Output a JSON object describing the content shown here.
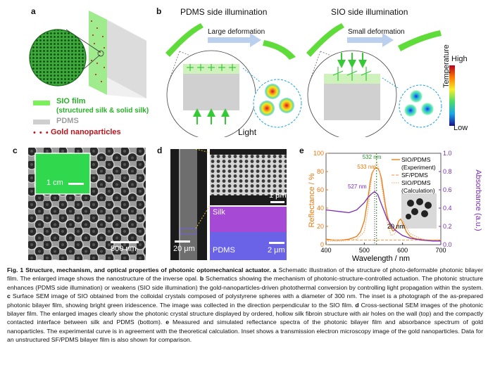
{
  "panels": {
    "a": {
      "label": "a",
      "legend": {
        "sio_film": "SIO film",
        "sio_film_detail": "(structured silk & solid silk)",
        "pdms": "PDMS",
        "gold": "Gold nanoparticles"
      },
      "colors": {
        "sio": "#7cf05a",
        "pdms": "#cfcfcf",
        "gold": "#c0121b"
      }
    },
    "b": {
      "label": "b",
      "left_title": "PDMS side illumination",
      "right_title": "SIO side illumination",
      "left_arrow": "Large deformation",
      "right_arrow": "Small deformation",
      "light_label": "Light",
      "colorbar": {
        "title": "Temperature",
        "high": "High",
        "low": "Low"
      }
    },
    "c": {
      "label": "c",
      "inset_scale": "1 cm",
      "scale": "500 nm"
    },
    "d": {
      "label": "d",
      "left_scale": "20 μm",
      "top_scale": "1 μm",
      "silk": "Silk",
      "pdms": "PDMS",
      "bottom_scale": "2 μm"
    },
    "e": {
      "label": "e",
      "inset_scale": "20 nm"
    }
  },
  "chart_data": {
    "type": "line",
    "xlabel": "Wavelength / nm",
    "ylabel_left": "Reflectance / %",
    "ylabel_right": "Absorbance (a.u.)",
    "xlim": [
      400,
      700
    ],
    "ylim_left": [
      0,
      100
    ],
    "ylim_right": [
      0,
      1.0
    ],
    "x_ticks": [
      400,
      500,
      600,
      700
    ],
    "y_ticks_left": [
      0,
      20,
      40,
      60,
      80,
      100
    ],
    "y_ticks_right": [
      "0.0",
      "0.2",
      "0.4",
      "0.6",
      "0.8",
      "1.0"
    ],
    "annotations": [
      "532 nm",
      "533 nm",
      "527 nm"
    ],
    "series": [
      {
        "name": "SIO/PDMS (Experiment)",
        "axis": "left",
        "color": "#e8780f",
        "style": "solid",
        "x": [
          400,
          420,
          440,
          460,
          480,
          490,
          500,
          510,
          515,
          520,
          525,
          530,
          533,
          536,
          540,
          545,
          550,
          555,
          560,
          565,
          570,
          575,
          580,
          585,
          590,
          595,
          600,
          610,
          620,
          630,
          640,
          650,
          660,
          680,
          700
        ],
        "y": [
          6,
          5,
          5,
          6,
          9,
          14,
          26,
          52,
          68,
          78,
          82,
          84,
          84,
          83,
          80,
          72,
          58,
          44,
          32,
          24,
          18,
          15,
          16,
          20,
          26,
          28,
          24,
          14,
          9,
          7,
          6,
          6,
          5,
          5,
          5
        ]
      },
      {
        "name": "SF/PDMS",
        "axis": "left",
        "color": "#f2a96a",
        "style": "dashed",
        "x": [
          400,
          450,
          500,
          550,
          600,
          650,
          700
        ],
        "y": [
          5,
          5,
          5,
          5,
          5,
          5,
          5
        ]
      },
      {
        "name": "SIO/PDMS (Calculation)",
        "axis": "left",
        "color": "#f2b57a",
        "style": "dotted",
        "x": [
          400,
          440,
          480,
          500,
          510,
          520,
          530,
          533,
          540,
          550,
          560,
          570,
          580,
          590,
          600,
          620,
          650,
          700
        ],
        "y": [
          4,
          4,
          6,
          14,
          40,
          76,
          88,
          90,
          80,
          52,
          24,
          10,
          12,
          22,
          26,
          12,
          6,
          4
        ]
      },
      {
        "name": "Absorbance",
        "axis": "right",
        "color": "#7a2bb5",
        "style": "solid",
        "x": [
          400,
          420,
          440,
          460,
          480,
          500,
          510,
          520,
          527,
          535,
          545,
          560,
          580,
          600,
          620,
          650,
          680,
          700
        ],
        "y": [
          0.38,
          0.37,
          0.36,
          0.35,
          0.38,
          0.46,
          0.52,
          0.56,
          0.58,
          0.55,
          0.44,
          0.28,
          0.16,
          0.1,
          0.07,
          0.05,
          0.04,
          0.04
        ]
      }
    ],
    "legend": [
      "SIO/PDMS",
      "(Experiment)",
      "SF/PDMS",
      "SIO/PDMS",
      "(Calculation)"
    ]
  },
  "caption": {
    "title": "Fig. 1 Structure, mechanism, and optical properties of photonic optomechanical actuator.",
    "a": "a",
    "a_text": " Schematic illustration of the structure of photo-deformable photonic bilayer film. The enlarged image shows the nanostructure of the inverse opal. ",
    "b": "b",
    "b_text": " Schematics showing the mechanism of photonic-structure-controlled actuation. The photonic structure enhances (PDMS side illumination) or weakens (SIO side illumination) the gold-nanoparticles-driven photothermal conversion by controlling light propagation within the system. ",
    "c": "c",
    "c_text": " Surface SEM image of SIO obtained from the colloidal crystals composed of polystyrene spheres with a diameter of 300 nm. The inset is a photograph of the as-prepared photonic bilayer film, showing bright green iridescence. The image was collected in the direction perpendicular to the SIO film. ",
    "d": "d",
    "d_text": " Cross-sectional SEM images of the photonic bilayer film. The enlarged images clearly show the photonic crystal structure displayed by ordered, hollow silk fibroin structure with air holes on the wall (top) and the compactly contacted interface between silk and PDMS (bottom). ",
    "e": "e",
    "e_text": " Measured and simulated reflectance spectra of the photonic bilayer film and absorbance spectrum of gold nanoparticles. The experimental curve is in agreement with the theoretical calculation. Inset shows a transmission electron microscopy image of the gold nanoparticles. Data for an unstructured SF/PDMS bilayer film is also shown for comparison."
  }
}
